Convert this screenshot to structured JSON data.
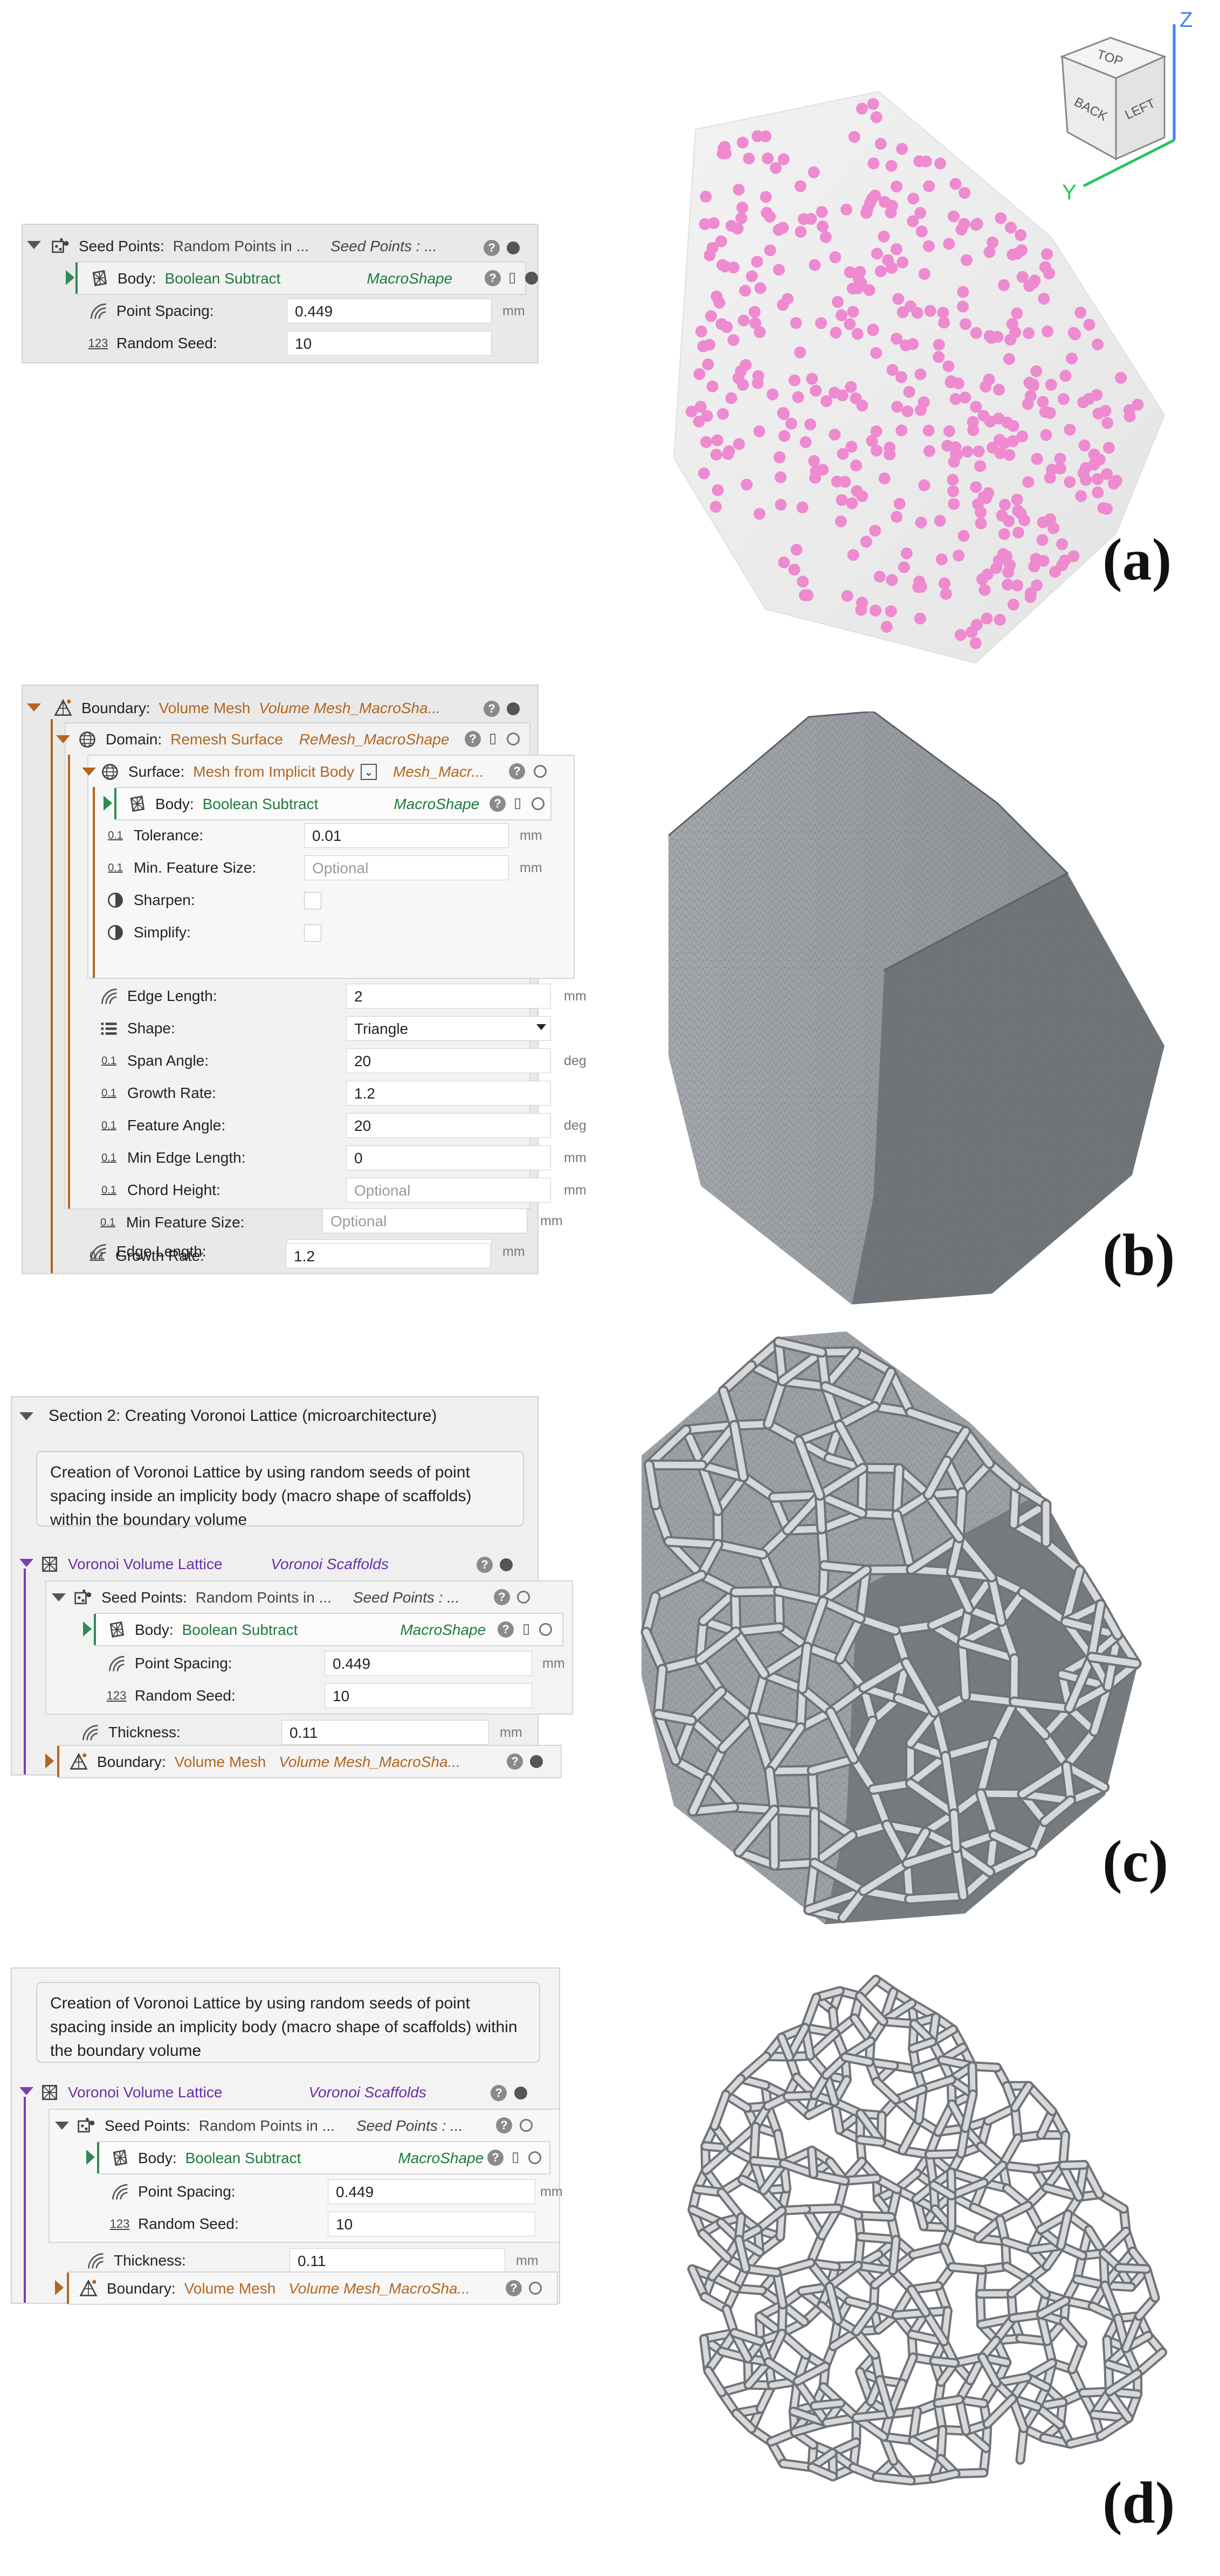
{
  "panel_a": {
    "seed_points": {
      "label": "Seed Points:",
      "value": "Random Points in ...",
      "output": "Seed Points : ..."
    },
    "body": {
      "label": "Body:",
      "value": "Boolean Subtract",
      "output": "MacroShape"
    },
    "point_spacing": {
      "label": "Point Spacing:",
      "value": "0.449",
      "unit": "mm"
    },
    "random_seed": {
      "label": "Random Seed:",
      "value": "10"
    }
  },
  "panel_b": {
    "boundary": {
      "label": "Boundary:",
      "value": "Volume Mesh",
      "output": "Volume Mesh_MacroSha..."
    },
    "domain": {
      "label": "Domain:",
      "value": "Remesh Surface",
      "output": "ReMesh_MacroShape"
    },
    "surface": {
      "label": "Surface:",
      "value": "Mesh from Implicit Body",
      "output": "Mesh_Macr..."
    },
    "body": {
      "label": "Body:",
      "value": "Boolean Subtract",
      "output": "MacroShape"
    },
    "tolerance": {
      "label": "Tolerance:",
      "value": "0.01",
      "unit": "mm"
    },
    "min_feature_size_inner": {
      "label": "Min. Feature Size:",
      "placeholder": "Optional",
      "unit": "mm"
    },
    "sharpen": {
      "label": "Sharpen:"
    },
    "simplify": {
      "label": "Simplify:"
    },
    "edge_length_inner": {
      "label": "Edge Length:",
      "value": "2",
      "unit": "mm"
    },
    "shape": {
      "label": "Shape:",
      "value": "Triangle"
    },
    "span_angle": {
      "label": "Span Angle:",
      "value": "20",
      "unit": "deg"
    },
    "growth_rate_inner": {
      "label": "Growth Rate:",
      "value": "1.2"
    },
    "feature_angle": {
      "label": "Feature Angle:",
      "value": "20",
      "unit": "deg"
    },
    "min_edge_length": {
      "label": "Min Edge Length:",
      "value": "0",
      "unit": "mm"
    },
    "chord_height": {
      "label": "Chord Height:",
      "placeholder": "Optional",
      "unit": "mm"
    },
    "min_feature_size": {
      "label": "Min Feature Size:",
      "placeholder": "Optional",
      "unit": "mm"
    },
    "edge_length": {
      "label": "Edge Length:",
      "value": "2",
      "unit": "mm"
    },
    "growth_rate": {
      "label": "Growth Rate:",
      "value": "1.2"
    }
  },
  "panel_c": {
    "section_title": "Section 2: Creating Voronoi Lattice (microarchitecture)",
    "note": "Creation of Voronoi Lattice by using random seeds of point spacing inside an implicity body (macro shape of scaffolds) within the boundary volume",
    "lattice": {
      "label": "Voronoi Volume Lattice",
      "output": "Voronoi Scaffolds"
    },
    "seed_points": {
      "label": "Seed Points:",
      "value": "Random Points in ...",
      "output": "Seed Points : ..."
    },
    "body": {
      "label": "Body:",
      "value": "Boolean Subtract",
      "output": "MacroShape"
    },
    "point_spacing": {
      "label": "Point Spacing:",
      "value": "0.449",
      "unit": "mm"
    },
    "random_seed": {
      "label": "Random Seed:",
      "value": "10"
    },
    "thickness": {
      "label": "Thickness:",
      "value": "0.11",
      "unit": "mm"
    },
    "boundary": {
      "label": "Boundary:",
      "value": "Volume Mesh",
      "output": "Volume Mesh_MacroSha..."
    }
  },
  "panel_d": {
    "note": "Creation of Voronoi Lattice by using random seeds of point spacing inside an implicity body (macro shape of scaffolds) within the boundary volume",
    "lattice": {
      "label": "Voronoi Volume Lattice",
      "output": "Voronoi Scaffolds"
    },
    "seed_points": {
      "label": "Seed Points:",
      "value": "Random Points in ...",
      "output": "Seed Points : ..."
    },
    "body": {
      "label": "Body:",
      "value": "Boolean Subtract",
      "output": "MacroShape"
    },
    "point_spacing": {
      "label": "Point Spacing:",
      "value": "0.449",
      "unit": "mm"
    },
    "random_seed": {
      "label": "Random Seed:",
      "value": "10"
    },
    "thickness": {
      "label": "Thickness:",
      "value": "0.11",
      "unit": "mm"
    },
    "boundary": {
      "label": "Boundary:",
      "value": "Volume Mesh",
      "output": "Volume Mesh_MacroSha..."
    }
  },
  "view_cube": {
    "top": "TOP",
    "back": "BACK",
    "left": "LEFT",
    "z": "Z",
    "y": "Y"
  },
  "captions": {
    "a": "(a)",
    "b": "(b)",
    "c": "(c)",
    "d": "(d)"
  },
  "icons": {
    "help": "help-icon",
    "output_dot": "output-dot-icon",
    "comment": "comment-icon",
    "seed": "seed-points-icon",
    "body": "body-icon",
    "spacing": "spacing-icon",
    "number": "number-123-icon",
    "decimal": "decimal-icon",
    "toggle": "toggle-icon",
    "list": "list-icon",
    "mesh": "mesh-icon",
    "globe": "globe-icon",
    "lattice": "lattice-icon"
  },
  "colors": {
    "orange": "#b4651e",
    "green": "#1f7a3e",
    "purple": "#6a2fa5",
    "seed_dots": "#ee8ad0",
    "mesh_gray": "#8a8f95"
  }
}
